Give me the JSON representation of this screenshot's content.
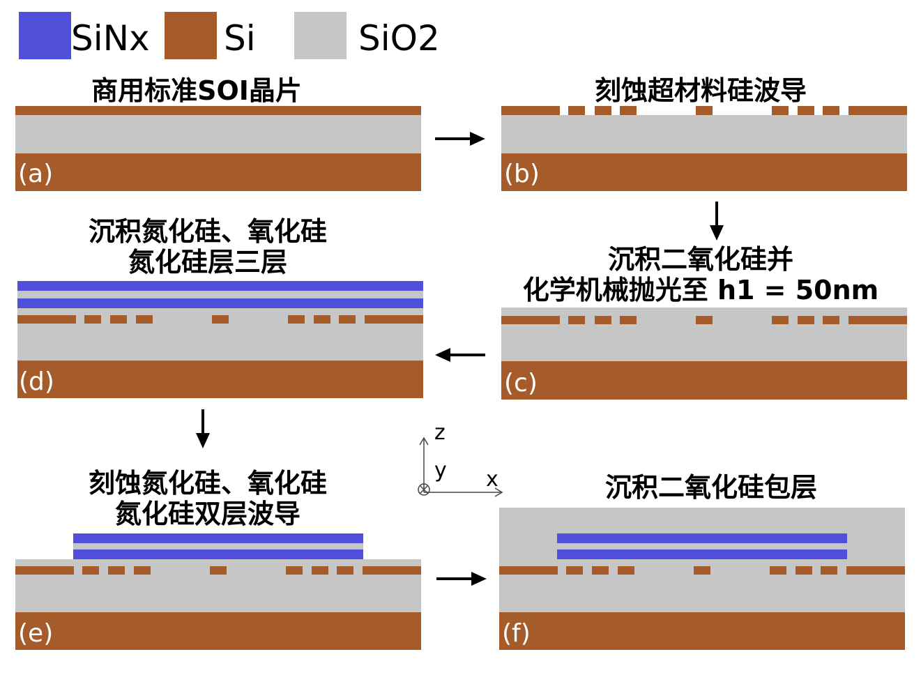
{
  "colors": {
    "sinx": "#4f4fd9",
    "si": "#a65c2a",
    "sio2": "#c6c6c6",
    "text": "#000000",
    "label": "#ffffff"
  },
  "legend": [
    {
      "name": "SiNx",
      "color": "#4f4fd9"
    },
    {
      "name": "Si",
      "color": "#a65c2a"
    },
    {
      "name": "SiO2",
      "color": "#c6c6c6"
    }
  ],
  "steps": {
    "a": {
      "label": "(a)",
      "title": [
        "商用标准SOI晶片"
      ]
    },
    "b": {
      "label": "(b)",
      "title": [
        "刻蚀超材料硅波导"
      ]
    },
    "c": {
      "label": "(c)",
      "title": [
        "沉积二氧化硅并",
        "化学机械抛光至 h1 = 50nm"
      ]
    },
    "d": {
      "label": "(d)",
      "title": [
        "沉积氮化硅、氧化硅",
        "氮化硅层三层"
      ]
    },
    "e": {
      "label": "(e)",
      "title": [
        "刻蚀氮化硅、氧化硅",
        "氮化硅双层波导"
      ]
    },
    "f": {
      "label": "(f)",
      "title": [
        "沉积二氧化硅包层"
      ]
    }
  },
  "axes": {
    "z": "z",
    "y": "y",
    "x": "x"
  },
  "icons": {
    "arrow": "arrow-icon",
    "axis": "coordinate-axes-icon"
  }
}
